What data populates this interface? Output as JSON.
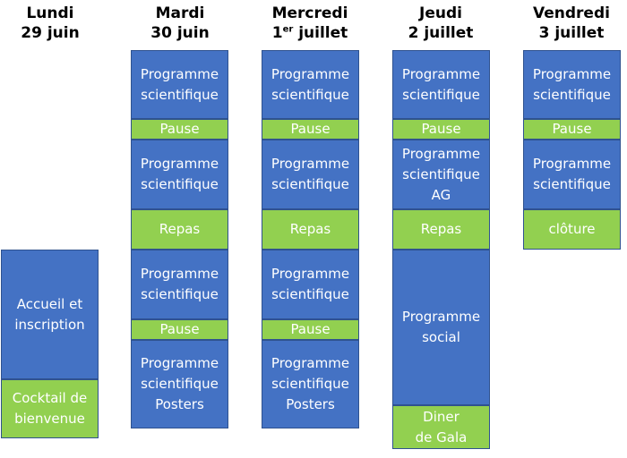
{
  "days": [
    {
      "name": "Lundi",
      "date": "29 juin"
    },
    {
      "name": "Mardi",
      "date": "30 juin"
    },
    {
      "name": "Mercredi",
      "date_num": "1",
      "date_sup": "er",
      "date_rest": " juillet"
    },
    {
      "name": "Jeudi",
      "date": "2 juillet"
    },
    {
      "name": "Vendredi",
      "date": "3 juillet"
    }
  ],
  "colors": {
    "session_blue": "#4472c4",
    "break_green": "#92d050",
    "border_blue": "#2f528f",
    "text_white": "#ffffff"
  },
  "schedule": {
    "lundi": {
      "accueil": "Accueil et\ninscription",
      "cocktail": "Cocktail de\nbienvenue"
    },
    "mardi": {
      "prog1": "Programme\nscientifique",
      "pause1": "Pause",
      "prog2": "Programme\nscientifique",
      "repas": "Repas",
      "prog3": "Programme\nscientifique",
      "pause2": "Pause",
      "prog4": "Programme\nscientifique\nPosters"
    },
    "mercredi": {
      "prog1": "Programme\nscientifique",
      "pause1": "Pause",
      "prog2": "Programme\nscientifique",
      "repas": "Repas",
      "prog3": "Programme\nscientifique",
      "pause2": "Pause",
      "prog4": "Programme\nscientifique\nPosters"
    },
    "jeudi": {
      "prog1": "Programme\nscientifique",
      "pause1": "Pause",
      "prog2": "Programme\nscientifique\nAG",
      "repas": "Repas",
      "social": "Programme\nsocial",
      "diner": "Diner\nde Gala"
    },
    "vendredi": {
      "prog1": "Programme\nscientifique",
      "pause1": "Pause",
      "prog2": "Programme\nscientifique",
      "cloture": "clôture"
    }
  }
}
